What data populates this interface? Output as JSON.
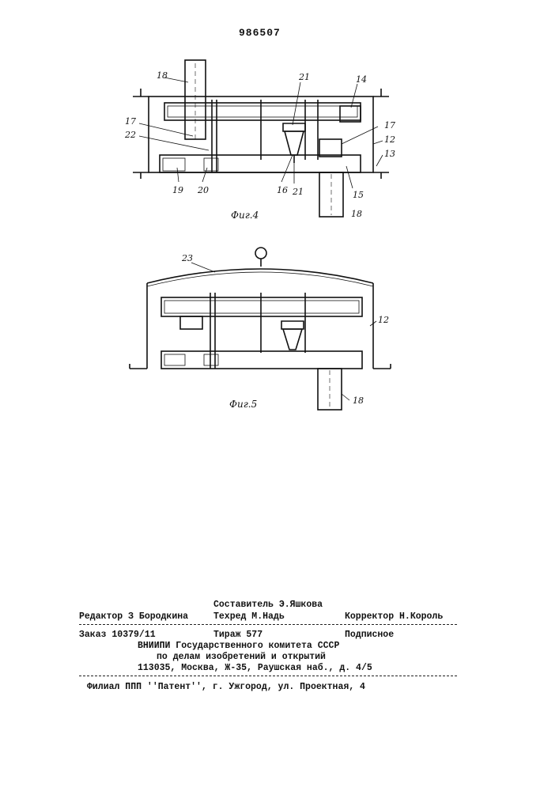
{
  "header": {
    "patent_number": "986507"
  },
  "figure4": {
    "caption": "Фиг.4",
    "callouts": {
      "c18a": "18",
      "c21a": "21",
      "c14": "14",
      "c17a": "17",
      "c17b": "17",
      "c22": "22",
      "c12": "12",
      "c13": "13",
      "c19": "19",
      "c20": "20",
      "c16": "16",
      "c21b": "21",
      "c15": "15",
      "c18b": "18"
    }
  },
  "figure5": {
    "caption": "Фиг.5",
    "callouts": {
      "c23": "23",
      "c12": "12",
      "c18": "18"
    }
  },
  "imprint": {
    "compiler": "Составитель Э.Яшкова",
    "editor": "Редактор З Бородкина",
    "techeditor": "Техред М.Надь",
    "corrector": "Корректор Н.Король",
    "order": "Заказ 10379/11",
    "circulation": "Тираж 577",
    "subscription": "Подписное",
    "org_line1": "ВНИИПИ Государственного комитета СССР",
    "org_line2": "по делам изобретений и открытий",
    "address": "113035, Москва, Ж-35, Раушская наб., д. 4/5",
    "branch": "Филиал ППП ''Патент'', г. Ужгород, ул. Проектная, 4"
  }
}
